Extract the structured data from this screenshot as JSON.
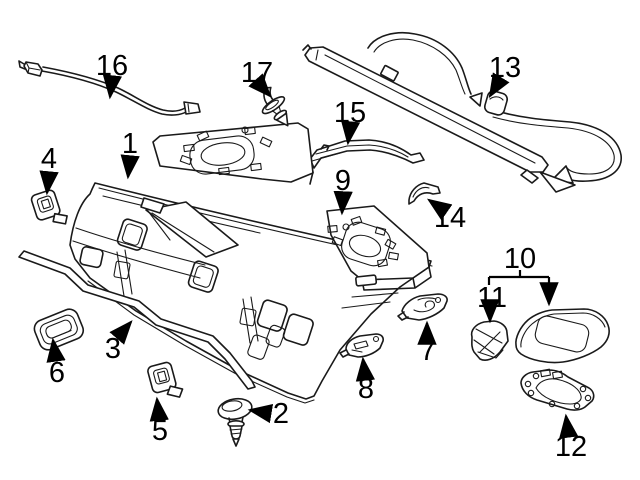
{
  "colors": {
    "background": "#ffffff",
    "line": "#1a1a1a",
    "label_text": "#000000"
  },
  "callouts": [
    {
      "num": "1",
      "part": "rear-shelf-panel"
    },
    {
      "num": "2",
      "part": "push-pin-rivet"
    },
    {
      "num": "3",
      "part": "seal-strip"
    },
    {
      "num": "4",
      "part": "retainer-clip-a"
    },
    {
      "num": "5",
      "part": "retainer-clip-b"
    },
    {
      "num": "6",
      "part": "anchor-cover-bezel"
    },
    {
      "num": "7",
      "part": "side-bracket-upper"
    },
    {
      "num": "8",
      "part": "side-bracket-lower"
    },
    {
      "num": "9",
      "part": "shelf-speaker-opening"
    },
    {
      "num": "10",
      "part": "speaker-cover-group"
    },
    {
      "num": "11",
      "part": "cover-clip"
    },
    {
      "num": "12",
      "part": "speaker-gasket-plate"
    },
    {
      "num": "13",
      "part": "package-tray-trim"
    },
    {
      "num": "14",
      "part": "trim-end-bracket"
    },
    {
      "num": "15",
      "part": "support-rail"
    },
    {
      "num": "16",
      "part": "wire-harness"
    },
    {
      "num": "17",
      "part": "push-clip-fastener"
    }
  ]
}
